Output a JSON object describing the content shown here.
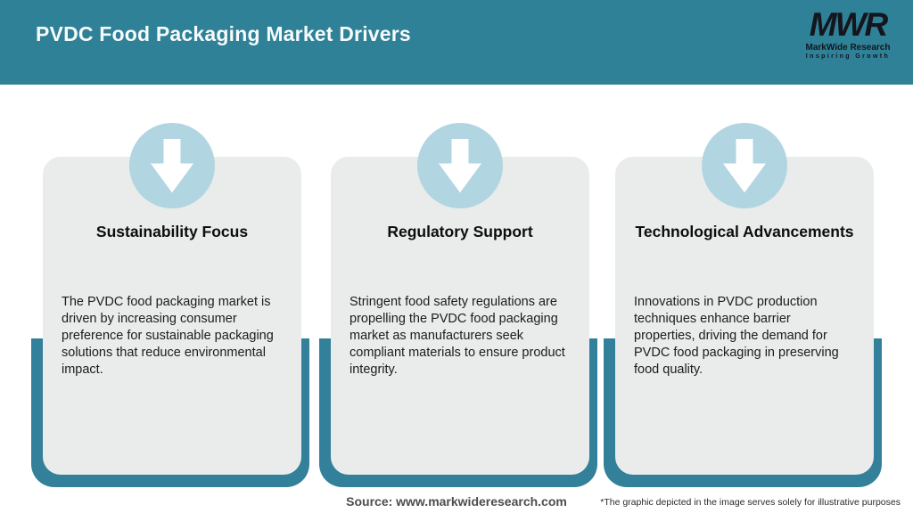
{
  "header": {
    "title": "PVDC Food Packaging Market Drivers",
    "logo": {
      "acronym": "MWR",
      "name": "MarkWide Research",
      "tagline": "Inspiring Growth"
    }
  },
  "cards": [
    {
      "icon": "down-arrow-icon",
      "title": "Sustainability Focus",
      "body": "The PVDC food packaging market is driven by increasing consumer preference for sustainable packaging solutions that reduce environmental impact."
    },
    {
      "icon": "down-arrow-icon",
      "title": "Regulatory Support",
      "body": "Stringent food safety regulations are propelling the PVDC food packaging market as manufacturers seek compliant materials to ensure product integrity."
    },
    {
      "icon": "down-arrow-icon",
      "title": "Technological Advancements",
      "body": "Innovations in PVDC production techniques enhance barrier properties, driving the demand for PVDC food packaging in preserving food quality."
    }
  ],
  "footer": {
    "source": "Source: www.markwideresearch.com",
    "disclaimer": "*The graphic depicted in the image serves solely for illustrative purposes"
  },
  "colors": {
    "header_teal": "#2e8196",
    "frame_teal": "#33809a",
    "circle_blue": "#b2d5e2",
    "card_gray": "#e9eceb",
    "text_dark": "#1c1c1c",
    "logo_dark": "#15151d",
    "source_gray": "#4d4d4d"
  }
}
